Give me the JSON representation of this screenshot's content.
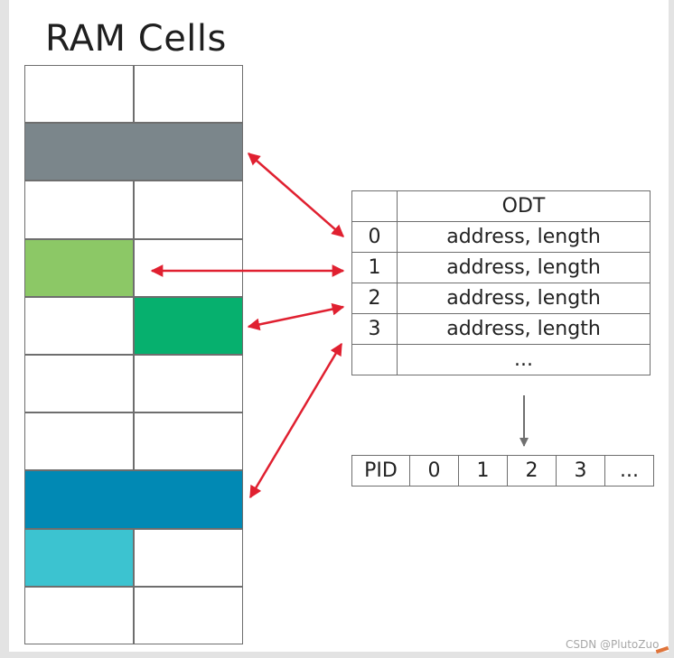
{
  "title": "RAM Cells",
  "ram": {
    "rows": [
      {
        "left": "#ffffff",
        "right": "#ffffff",
        "merged": false
      },
      {
        "merged": true,
        "color": "#7b868b"
      },
      {
        "left": "#ffffff",
        "right": "#ffffff",
        "merged": false
      },
      {
        "left": "#8cc866",
        "right": "#ffffff",
        "merged": false
      },
      {
        "left": "#ffffff",
        "right": "#06b06e",
        "merged": false
      },
      {
        "left": "#ffffff",
        "right": "#ffffff",
        "merged": false
      },
      {
        "left": "#ffffff",
        "right": "#ffffff",
        "merged": false
      },
      {
        "merged": true,
        "color": "#0189b4"
      },
      {
        "left": "#3cc3d0",
        "right": "#ffffff",
        "merged": false
      },
      {
        "left": "#ffffff",
        "right": "#ffffff",
        "merged": false
      }
    ]
  },
  "odt": {
    "header": "ODT",
    "rows": [
      {
        "index": "0",
        "value": "address, length"
      },
      {
        "index": "1",
        "value": "address, length"
      },
      {
        "index": "2",
        "value": "address, length"
      },
      {
        "index": "3",
        "value": "address, length"
      },
      {
        "index": "",
        "value": "..."
      }
    ]
  },
  "pid": {
    "header": "PID",
    "cells": [
      "0",
      "1",
      "2",
      "3",
      "..."
    ]
  },
  "colors": {
    "arrow": "#e02030",
    "connector": "#707070",
    "border": "#6e6e6e"
  },
  "watermark": "CSDN @PlutoZuo"
}
